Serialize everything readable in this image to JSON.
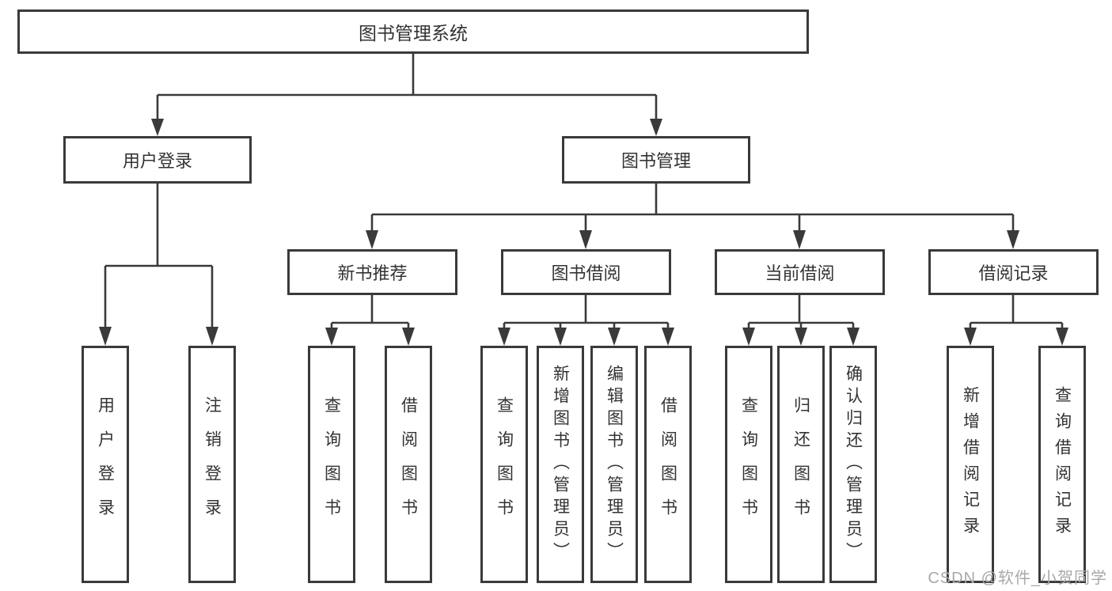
{
  "colors": {
    "background": "#ffffff",
    "line": "#3a3a3a",
    "box_border": "#3a3a3a",
    "text": "#333333",
    "watermark": "#a8a8a8"
  },
  "tree": {
    "root": {
      "label": "图书管理系统"
    },
    "branches": [
      {
        "label": "用户登录",
        "children": [
          {
            "label": "用户登录"
          },
          {
            "label": "注销登录"
          }
        ]
      },
      {
        "label": "图书管理",
        "children": [
          {
            "label": "新书推荐",
            "children": [
              {
                "label": "查询图书"
              },
              {
                "label": "借阅图书"
              }
            ]
          },
          {
            "label": "图书借阅",
            "children": [
              {
                "label": "查询图书"
              },
              {
                "label": "新增图书（管理员）"
              },
              {
                "label": "编辑图书（管理员）"
              },
              {
                "label": "借阅图书"
              }
            ]
          },
          {
            "label": "当前借阅",
            "children": [
              {
                "label": "查询图书"
              },
              {
                "label": "归还图书"
              },
              {
                "label": "确认归还（管理员）"
              }
            ]
          },
          {
            "label": "借阅记录",
            "children": [
              {
                "label": "新增借阅记录"
              },
              {
                "label": "查询借阅记录"
              }
            ]
          }
        ]
      }
    ]
  },
  "watermark": {
    "text": "CSDN @软件_小贺同学"
  }
}
